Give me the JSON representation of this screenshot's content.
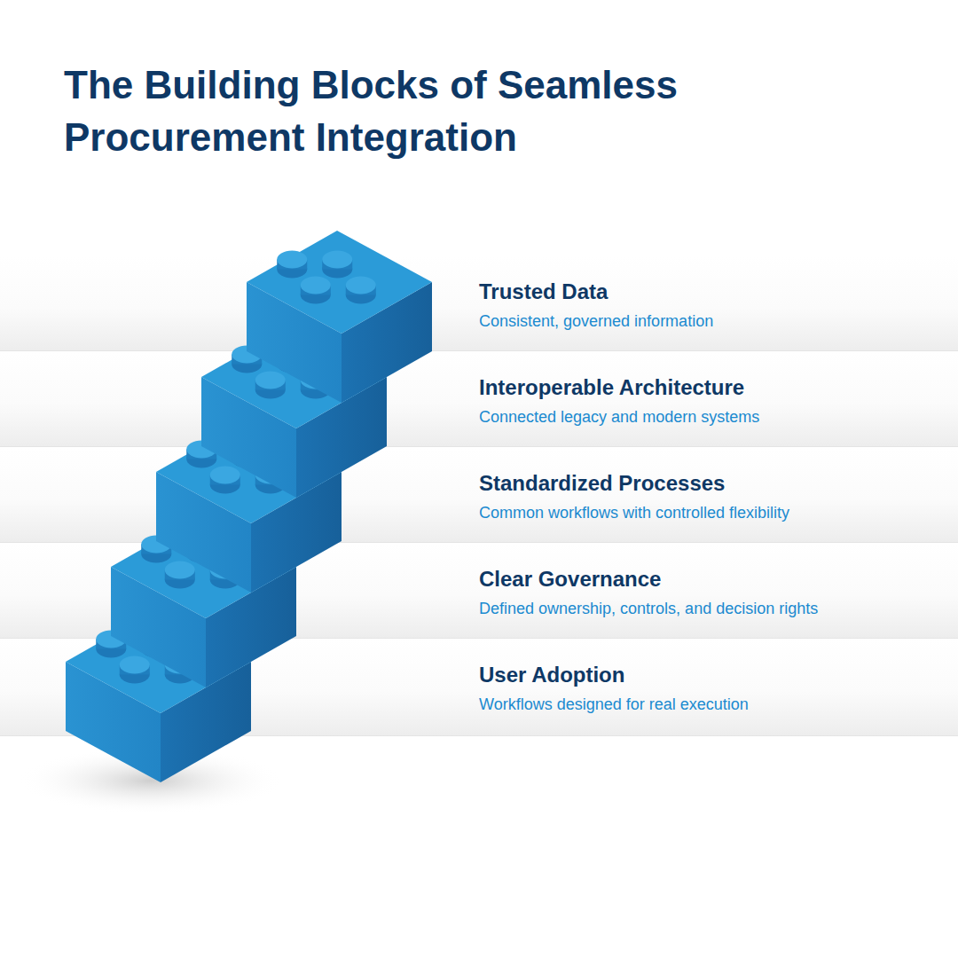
{
  "diagram": {
    "title": "The Building Blocks of Seamless Procurement Integration",
    "nodes": [
      {
        "text": [
          "Trusted Data",
          "Consistent, governed information"
        ]
      },
      {
        "text": [
          "Interoperable Architecture",
          "Connected legacy and modern systems"
        ]
      },
      {
        "text": [
          "Standardized Processes",
          "Common workflows with controlled flexibility"
        ]
      },
      {
        "text": [
          "Clear Governance",
          "Defined ownership, controls, and decision rights"
        ]
      },
      {
        "text": [
          "User Adoption",
          "Workflows designed for real execution"
        ]
      }
    ]
  }
}
